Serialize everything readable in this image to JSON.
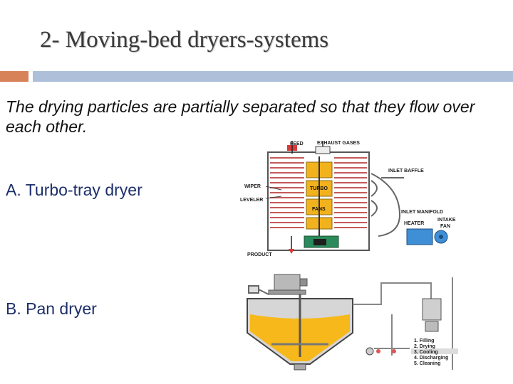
{
  "slide": {
    "title": "2- Moving-bed dryers-systems",
    "intro": "The drying particles are partially separated so that they flow over each other.",
    "section_a": "A. Turbo-tray dryer",
    "section_b": "B. Pan dryer"
  },
  "turbo_diagram": {
    "labels": {
      "feed": "FEED",
      "exhaust": "EXHAUST GASES",
      "inlet_baffle": "INLET BAFFLE",
      "wiper": "WIPER",
      "leveler": "LEVELER",
      "turbo": "TURBO",
      "fans": "FANS",
      "inlet_manifold": "INLET MANIFOLD",
      "heater": "HEATER",
      "intake_fan_1": "INTAKE",
      "intake_fan_2": "FAN",
      "product": "PRODUCT"
    }
  },
  "pan_diagram": {
    "legend": [
      "1. Filling",
      "2. Drying",
      "3. Cooling",
      "4. Discharging",
      "5. Cleaning"
    ],
    "highlighted_step": 3
  },
  "colors": {
    "accent_orange": "#d8825a",
    "accent_blue": "#aebfd9",
    "turbo_yellow": "#f1b21e",
    "heater_blue": "#3f8fd6",
    "pan_fill": "#f7b81c"
  }
}
